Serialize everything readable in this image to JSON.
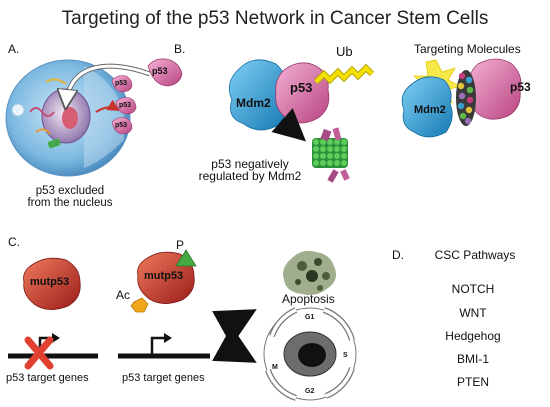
{
  "title": "Targeting of the p53 Network in Cancer Stem Cells",
  "panels": {
    "a": {
      "letter": "A.",
      "caption_line1": "p53 excluded",
      "caption_line2": "from the nucleus",
      "protein_labels": [
        "p53",
        "p53",
        "p53",
        "p53"
      ]
    },
    "b": {
      "letter": "B.",
      "ub_label": "Ub",
      "mdm2_label": "Mdm2",
      "p53_label": "p53",
      "caption_line1": "p53 negatively",
      "caption_line2": "regulated by Mdm2",
      "targeting_title": "Targeting Molecules",
      "target_mdm2_label": "Mdm2",
      "target_p53_label": "p53"
    },
    "c": {
      "letter": "C.",
      "mutp53_label_left": "mutp53",
      "mutp53_label_right": "mutp53",
      "p_label": "P",
      "ac_label": "Ac",
      "genes_left": "p53 target genes",
      "genes_right": "p53 target genes",
      "apoptosis_label": "Apoptosis",
      "cycle_phases": [
        "G1",
        "S",
        "G2",
        "M"
      ]
    },
    "d": {
      "letter": "D.",
      "heading": "CSC Pathways",
      "pathways": [
        "NOTCH",
        "WNT",
        "Hedgehog",
        "BMI-1",
        "PTEN"
      ]
    }
  },
  "colors": {
    "p53_pink": "#d66aa6",
    "mdm2_blue": "#2a9fd6",
    "mutp53_red": "#c4302b",
    "ub_yellow": "#f2e100",
    "proteasome_green": "#3aa845",
    "cross_red": "#e0402f",
    "acetyl_orange": "#f2a71b",
    "phospho_green": "#44aa44"
  }
}
